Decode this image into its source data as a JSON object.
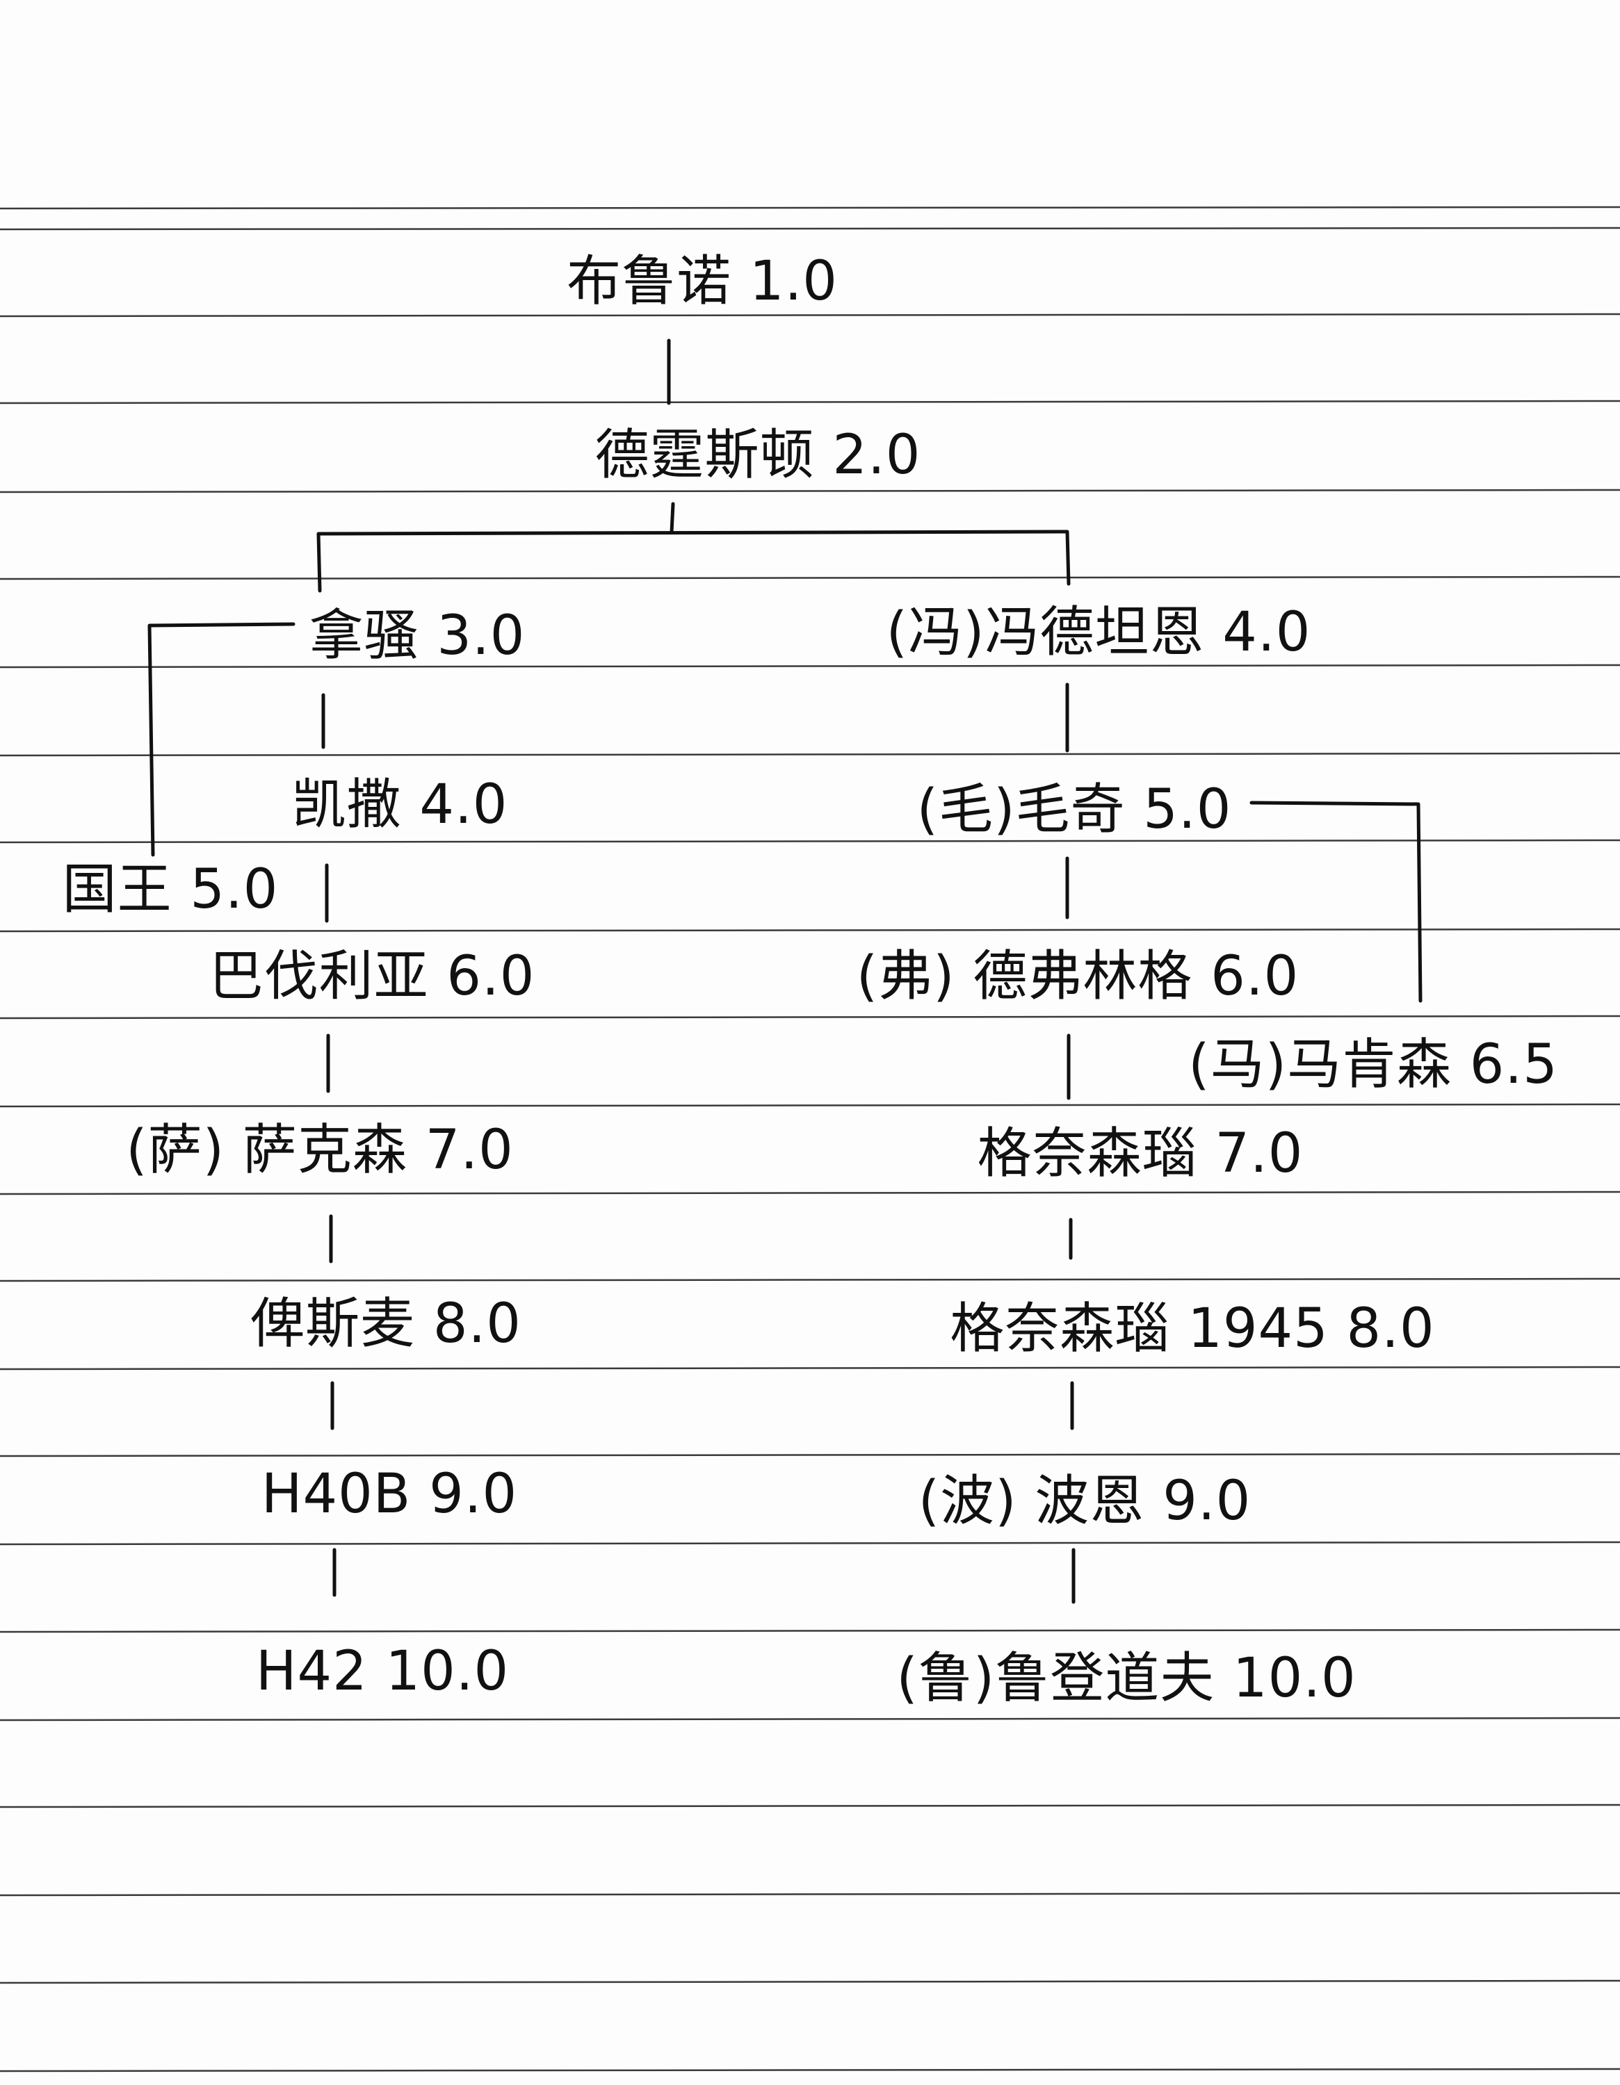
{
  "nodes": {
    "bruno": "布鲁诺 1.0",
    "draxton": "德霆斯顿 2.0",
    "naosao": "拿骚 3.0",
    "fendetan": "(冯)冯德坦恩 4.0",
    "kaisa": "凯撒 4.0",
    "maoqi": "(毛)毛奇 5.0",
    "guowang": "国王 5.0",
    "bavaria": "巴伐利亚 6.0",
    "defulinge": "(弗) 德弗林格 6.0",
    "makensen": "(马)马肯森 6.5",
    "saksen": "(萨) 萨克森 7.0",
    "genaisen": "格奈森瑙 7.0",
    "beisimai": "俾斯麦 8.0",
    "genaisen1945": "格奈森瑙 1945 8.0",
    "h40b": "H40B 9.0",
    "boen": "(波) 波恩 9.0",
    "h42": "H42 10.0",
    "ludengdaofu": "(鲁)鲁登道夫 10.0"
  }
}
